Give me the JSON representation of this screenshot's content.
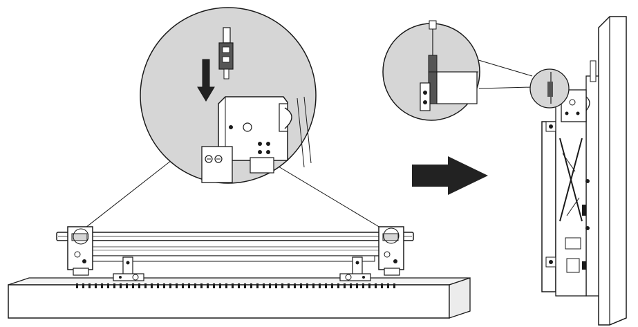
{
  "figure": {
    "kind": "installation-instruction-illustration",
    "steps_shown": 2,
    "colors": {
      "ink": "#1a1a1a",
      "detail_fill": "#d6d6d6",
      "panel_fill": "#ffffff",
      "arrow_fill": "#222222"
    },
    "icons": [
      "down-arrow-icon",
      "right-arrow-icon",
      "magnifier-callout",
      "hex-bolt-icon"
    ]
  }
}
